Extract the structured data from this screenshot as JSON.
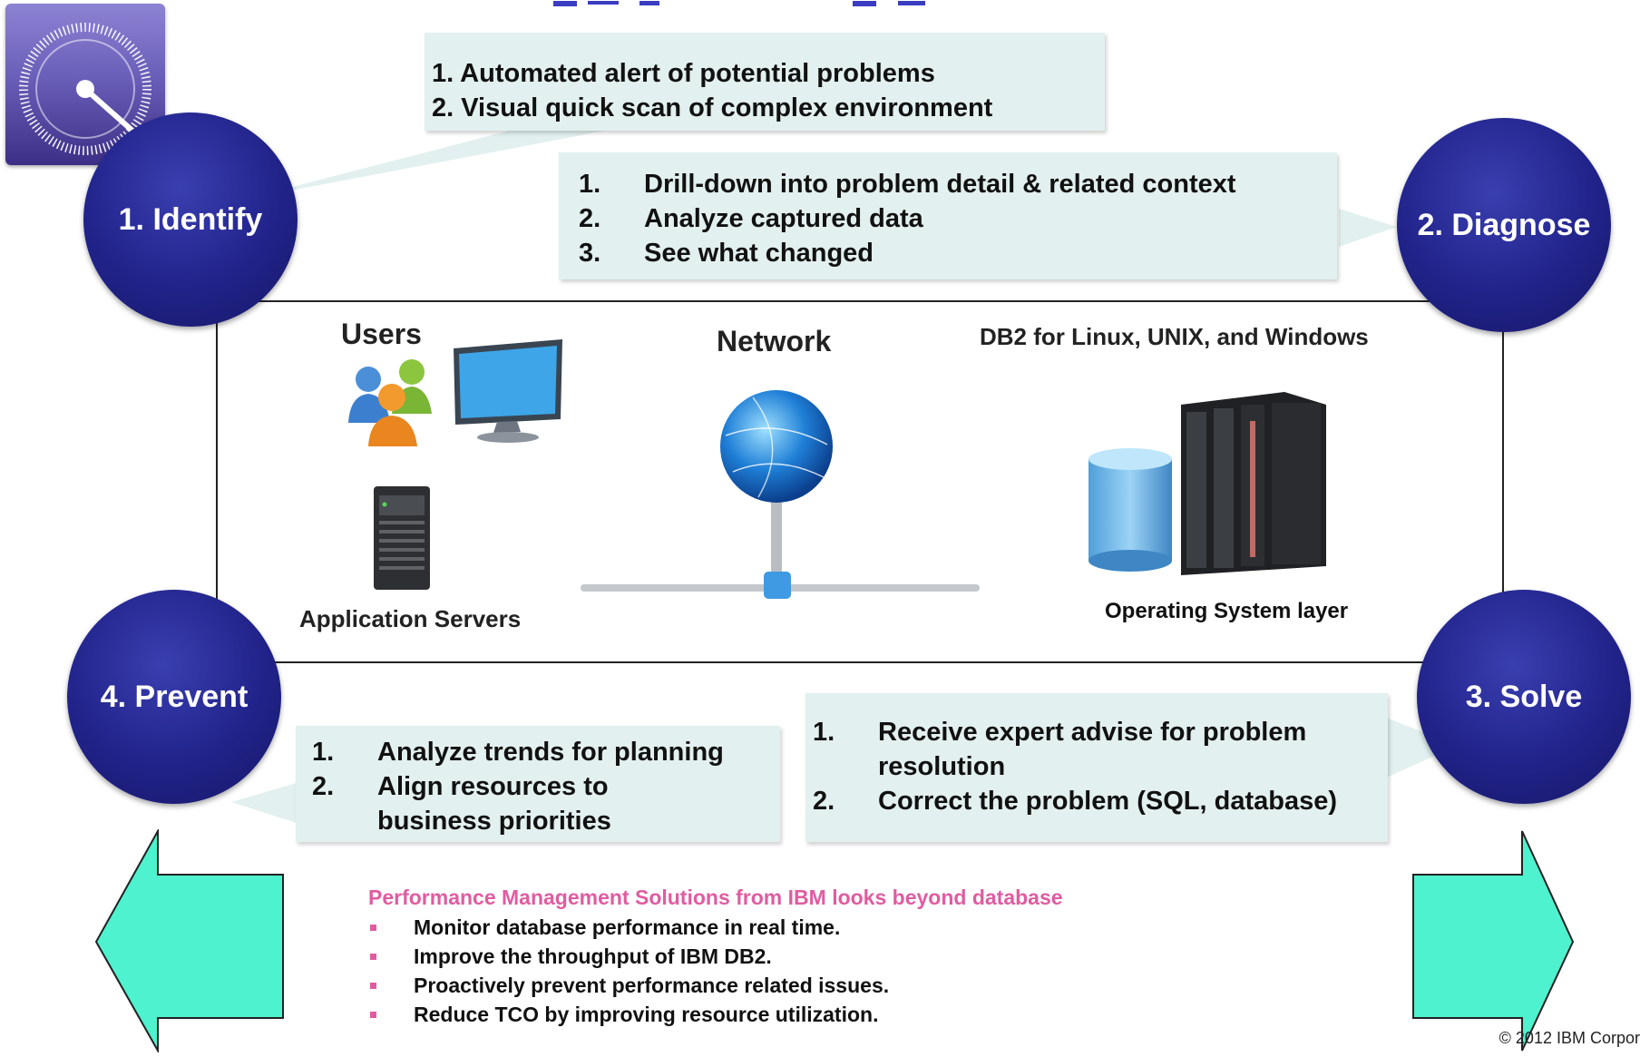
{
  "stages": {
    "identify": {
      "label": "1. Identify",
      "items": [
        "1. Automated alert of potential problems",
        "2. Visual quick scan of complex environment"
      ]
    },
    "diagnose": {
      "label": "2. Diagnose",
      "items": [
        {
          "num": "1.",
          "text": "Drill-down into problem detail & related context"
        },
        {
          "num": "2.",
          "text": "Analyze captured data"
        },
        {
          "num": "3.",
          "text": "See what changed"
        }
      ]
    },
    "solve": {
      "label": "3. Solve",
      "items": [
        {
          "num": "1.",
          "text": "Receive expert advise for problem resolution"
        },
        {
          "num": "2.",
          "text": "Correct the problem (SQL, database)"
        }
      ]
    },
    "prevent": {
      "label": "4. Prevent",
      "items": [
        {
          "num": "1.",
          "text": "Analyze trends for planning"
        },
        {
          "num": "2.",
          "text": "Align resources to business priorities"
        }
      ]
    }
  },
  "environment": {
    "users_label": "Users",
    "network_label": "Network",
    "db_label": "DB2 for Linux, UNIX, and Windows",
    "app_servers_label": "Application Servers",
    "os_label": "Operating System layer"
  },
  "solutions": {
    "title": "Performance Management Solutions from IBM looks beyond database",
    "bullets": [
      "Monitor database performance in real time.",
      "Improve the throughput of IBM DB2.",
      "Proactively prevent performance related issues.",
      "Reduce TCO by improving resource utilization."
    ]
  },
  "footer": {
    "copyright": "© 2012 IBM Corpor"
  },
  "colors": {
    "circle": "#21238a",
    "callout_bg": "#e2f0ef",
    "arrow": "#4ef2cf",
    "accent_pink": "#e05ca0",
    "gauge": "#6a5fb9"
  },
  "icons": [
    "speedometer-icon",
    "users-icon",
    "monitor-icon",
    "server-icon",
    "globe-icon",
    "database-cylinder-icon",
    "mainframe-icon",
    "left-arrow-icon",
    "right-arrow-icon"
  ]
}
